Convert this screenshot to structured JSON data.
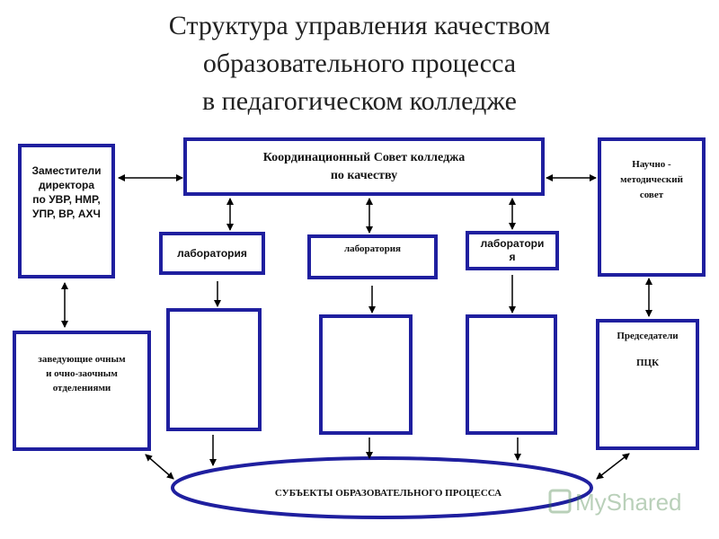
{
  "title": {
    "line1": "Структура управления качеством",
    "line2": "образовательного процесса",
    "line3": "в педагогическом колледже"
  },
  "nodes": {
    "council": "Координационный Совет колледжа\nпо качеству",
    "deputies": "Заместители\nдиректора\nпо УВР, НМР,\nУПР, ВР, АХЧ",
    "methodical": "Научно -\nметодический\nсовет",
    "lab1": "лаборатория",
    "lab2": "лаборатория",
    "lab3": "лаборатори\nя",
    "heads": "заведующие очным\nи очно-заочным\nотделениями",
    "chairs": "Председатели\n\nПЦК",
    "subjects": "СУБЪЕКТЫ ОБРАЗОВАТЕЛЬНОГО ПРОЦЕССА"
  },
  "watermark": {
    "text": "MyShared"
  },
  "colors": {
    "border": "#1f1f9f",
    "text": "#111111",
    "arrow": "#000000"
  }
}
